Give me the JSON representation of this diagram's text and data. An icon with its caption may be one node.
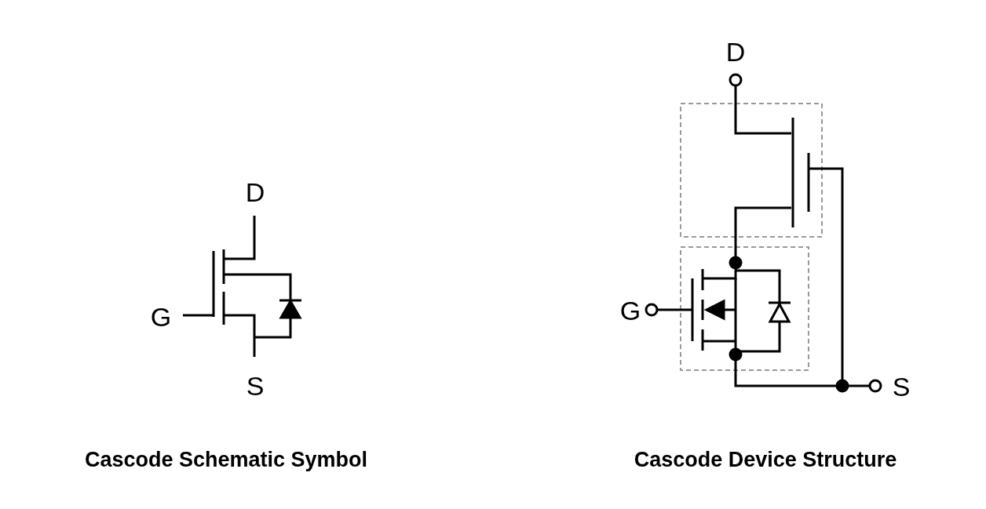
{
  "diagram": {
    "labels": [
      "D",
      "G",
      "S",
      "Cascode Schematic Symbol",
      "D",
      "G",
      "S",
      "Cascode Device Structure"
    ]
  }
}
